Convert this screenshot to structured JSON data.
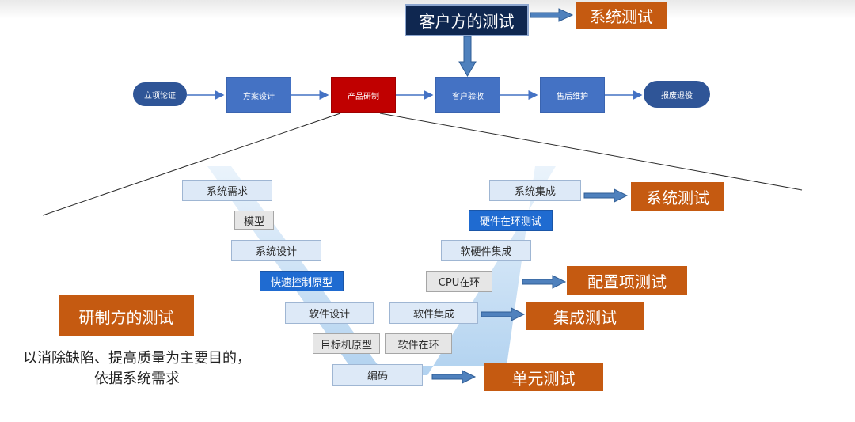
{
  "colors": {
    "process_blue": "#4472c4",
    "process_red": "#c00000",
    "terminal_navy": "#2f5597",
    "customer_navy": "#0f2750",
    "test_orange": "#c55a11",
    "v_light": "#dde9f7",
    "v_grey": "#e6e6e6",
    "v_highlight": "#1f6bd1",
    "v_band": "#bcd9f3"
  },
  "lifecycle": {
    "start": "立项论证",
    "steps": [
      "方案设计",
      "产品研制",
      "客户验收",
      "售后维护"
    ],
    "end": "报废退役"
  },
  "customer_test": {
    "label": "客户方的测试",
    "result": "系统测试"
  },
  "developer_test": {
    "label": "研制方的测试",
    "description_line1": "以消除缺陷、提高质量为主要目的，",
    "description_line2": "依据系统需求"
  },
  "v_model": {
    "left": {
      "system_requirements": "系统需求",
      "model": "模型",
      "system_design": "系统设计",
      "rapid_prototype": "快速控制原型",
      "software_design": "软件设计",
      "target_prototype": "目标机原型"
    },
    "bottom": "编码",
    "right": {
      "software_in_loop": "软件在环",
      "software_integration": "软件集成",
      "cpu_in_loop": "CPU在环",
      "hw_sw_integration": "软硬件集成",
      "hardware_in_loop": "硬件在环测试",
      "system_integration": "系统集成"
    }
  },
  "test_levels": {
    "system": "系统测试",
    "config_item": "配置项测试",
    "integration": "集成测试",
    "unit": "单元测试"
  }
}
